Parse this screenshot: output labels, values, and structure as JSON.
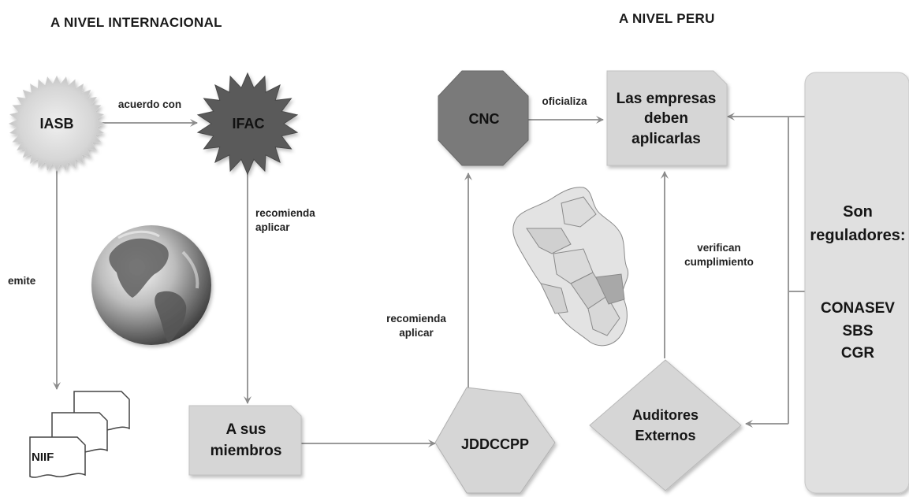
{
  "headers": {
    "international": "A NIVEL INTERNACIONAL",
    "peru": "A NIVEL PERU"
  },
  "nodes": {
    "iasb": "IASB",
    "ifac": "IFAC",
    "cnc": "CNC",
    "empresas": "Las empresas deben aplicarlas",
    "miembros": "A sus miembros",
    "jdcc": "JDDCCPP",
    "auditores": "Auditores Externos",
    "niif": "NIIF"
  },
  "edges": {
    "acuerdo": "acuerdo con",
    "emite": "emite",
    "recomienda_1": "recomienda aplicar",
    "recomienda_2": "recomienda aplicar",
    "oficializa": "oficializa",
    "verifican": "verifican cumplimiento"
  },
  "reguladores": {
    "title": "Son reguladores:",
    "items": [
      "CONASEV",
      "SBS",
      "CGR"
    ]
  },
  "colors": {
    "iasb_fill": "#d2d2d2",
    "ifac_fill": "#5a5a5a",
    "cnc_fill": "#7a7a7a",
    "box_fill": "#d6d6d6",
    "regulator_fill": "#e0e0e0",
    "arrow": "#9a9a9a"
  }
}
